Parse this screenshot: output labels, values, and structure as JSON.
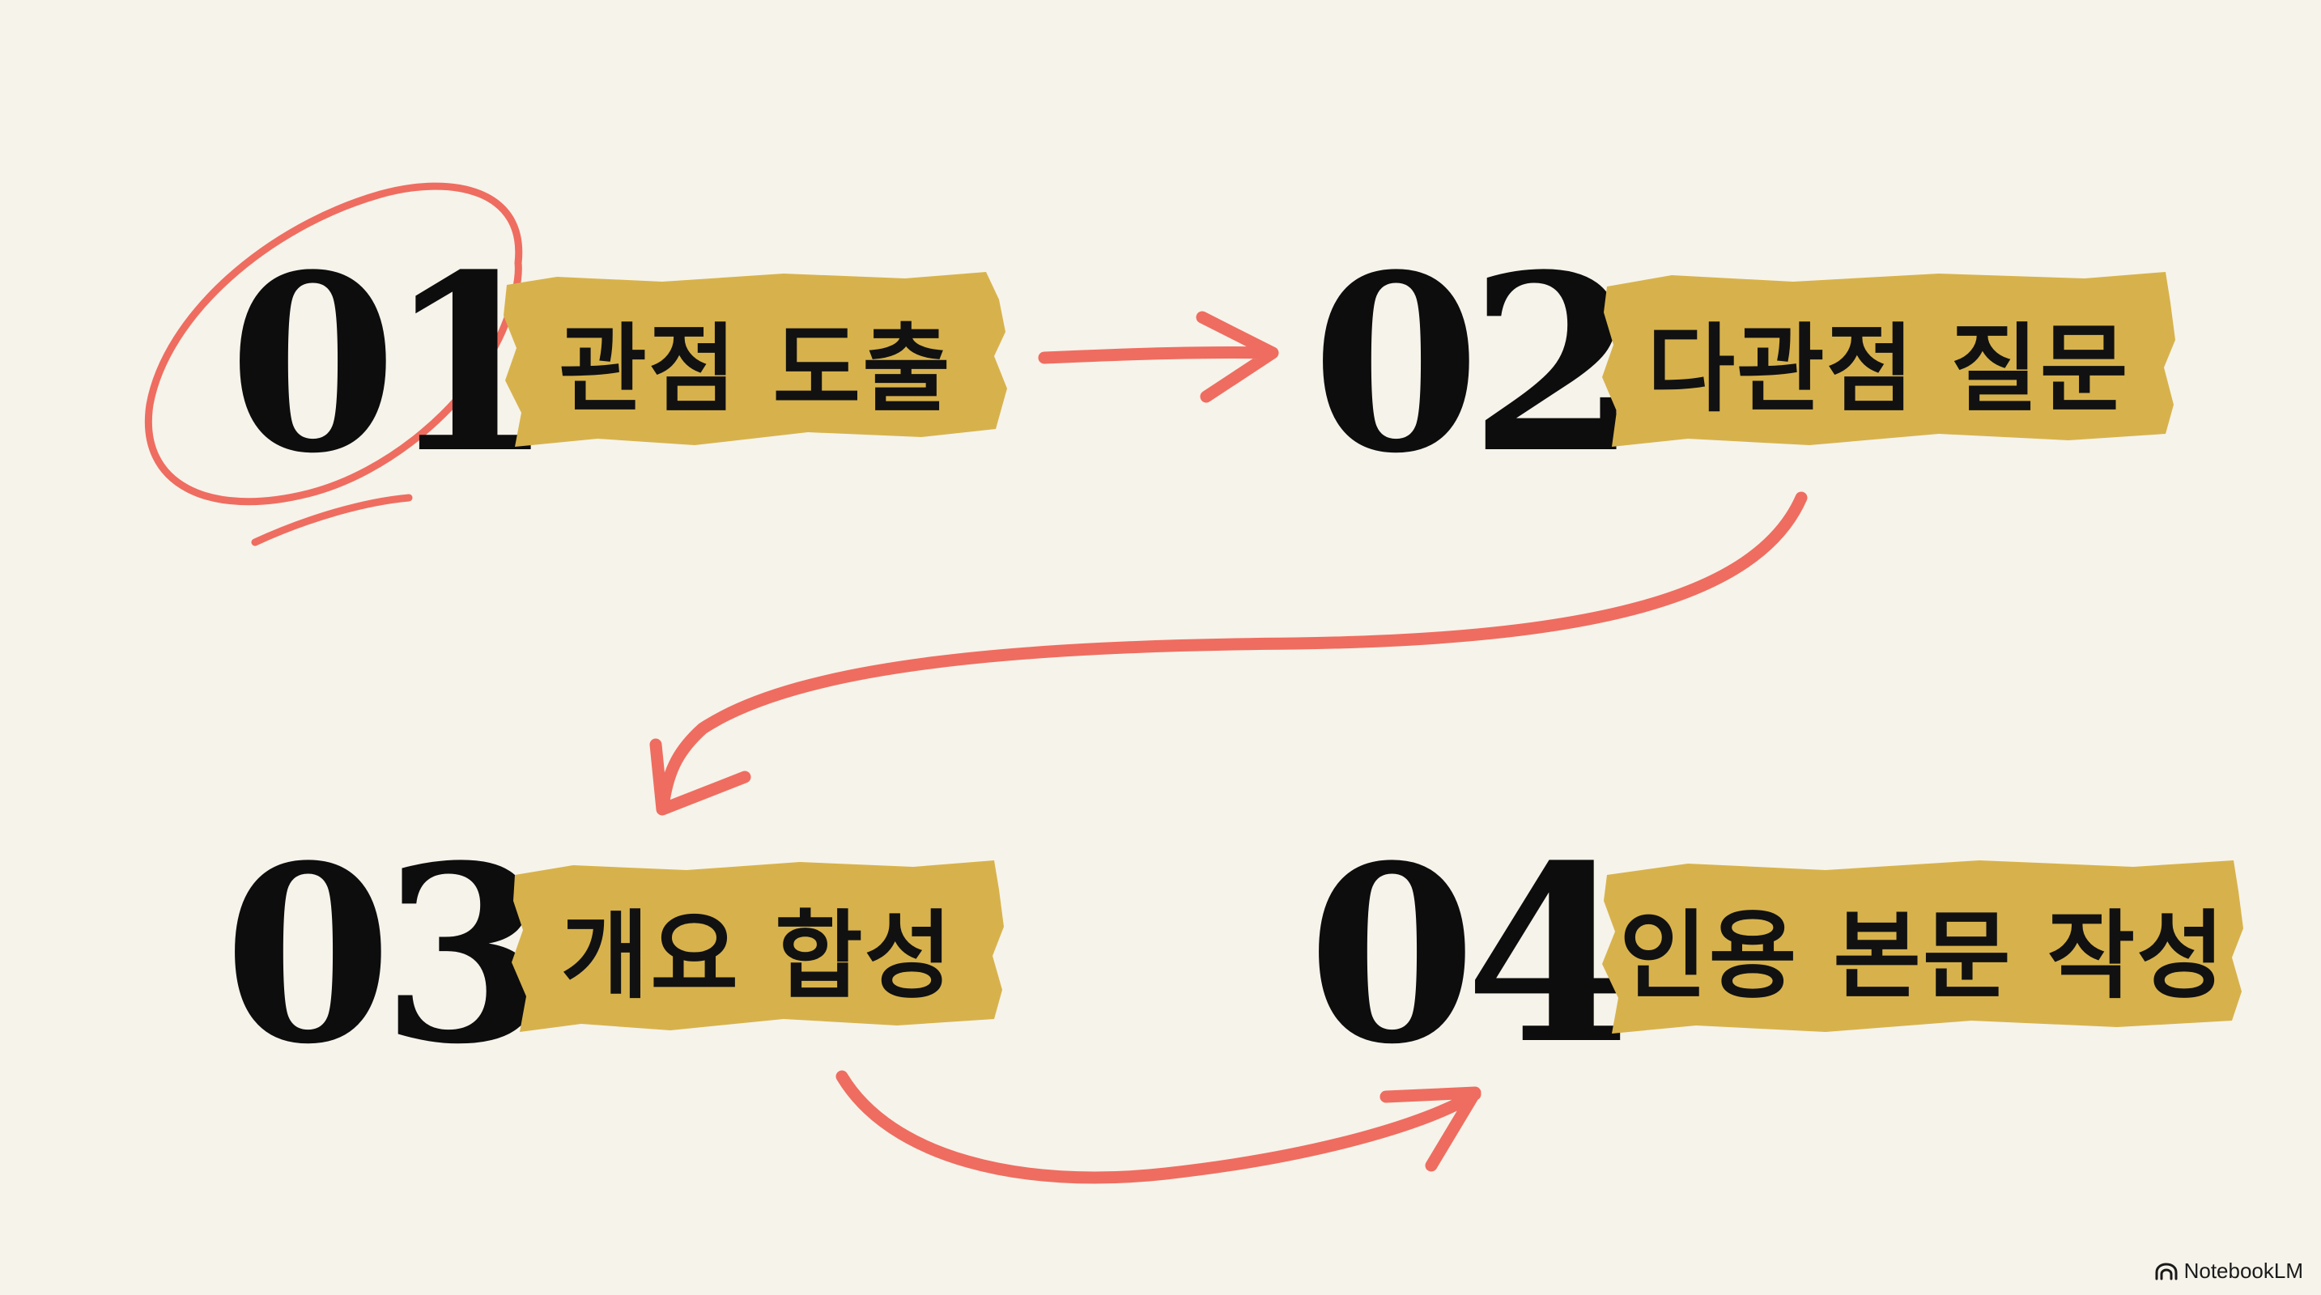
{
  "steps": [
    {
      "number": "01",
      "label": "관점 도출"
    },
    {
      "number": "02",
      "label": "다관점 질문"
    },
    {
      "number": "03",
      "label": "개요 합성"
    },
    {
      "number": "04",
      "label": "인용 본문 작성"
    }
  ],
  "brand": {
    "name": "NotebookLM",
    "icon": "notebooklm-logo-icon"
  },
  "colors": {
    "background": "#f6f3ea",
    "highlight": "#d7b24c",
    "accent": "#ee6d60",
    "number": "#0d0d0d"
  }
}
